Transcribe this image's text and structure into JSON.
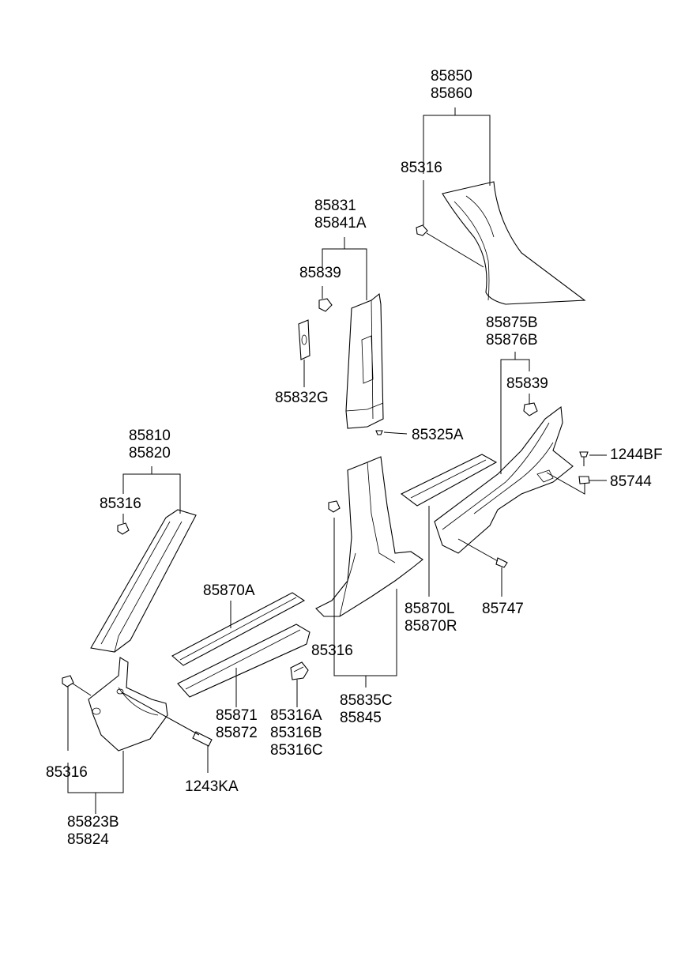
{
  "labels": {
    "l_85850": [
      "85850",
      "85860"
    ],
    "l_85316_top": [
      "85316"
    ],
    "l_85831": [
      "85831",
      "85841A"
    ],
    "l_85839_a": [
      "85839"
    ],
    "l_85832g": [
      "85832G"
    ],
    "l_85325a": [
      "85325A"
    ],
    "l_85875b": [
      "85875B",
      "85876B"
    ],
    "l_85839_b": [
      "85839"
    ],
    "l_1244bf": [
      "1244BF"
    ],
    "l_85744": [
      "85744"
    ],
    "l_85810": [
      "85810",
      "85820"
    ],
    "l_85316_left": [
      "85316"
    ],
    "l_85870a": [
      "85870A"
    ],
    "l_85870l": [
      "85870L",
      "85870R"
    ],
    "l_85747": [
      "85747"
    ],
    "l_85316_mid": [
      "85316"
    ],
    "l_85871": [
      "85871",
      "85872"
    ],
    "l_85316a": [
      "85316A",
      "85316B",
      "85316C"
    ],
    "l_85835c": [
      "85835C",
      "85845"
    ],
    "l_85316_bottom": [
      "85316"
    ],
    "l_1243ka": [
      "1243KA"
    ],
    "l_85823b": [
      "85823B",
      "85824"
    ]
  }
}
